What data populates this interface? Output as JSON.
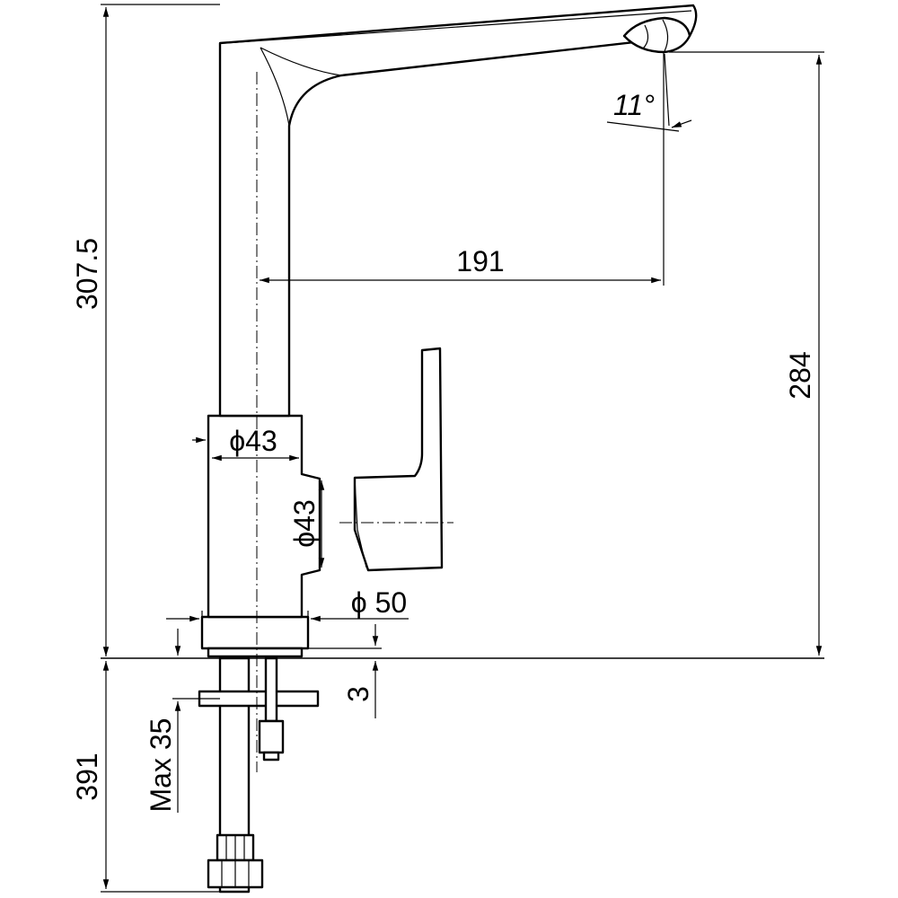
{
  "drawing": {
    "dimensions": {
      "total_height": "307.5",
      "spout_reach": "191",
      "spout_height": "284",
      "spout_angle": "11°",
      "spout_diameter": "ϕ43",
      "lever_diameter": "ϕ43",
      "base_diameter": "ϕ 50",
      "base_plate_thickness": "3",
      "max_deck_thickness": "Max 35",
      "hose_length": "391"
    }
  }
}
